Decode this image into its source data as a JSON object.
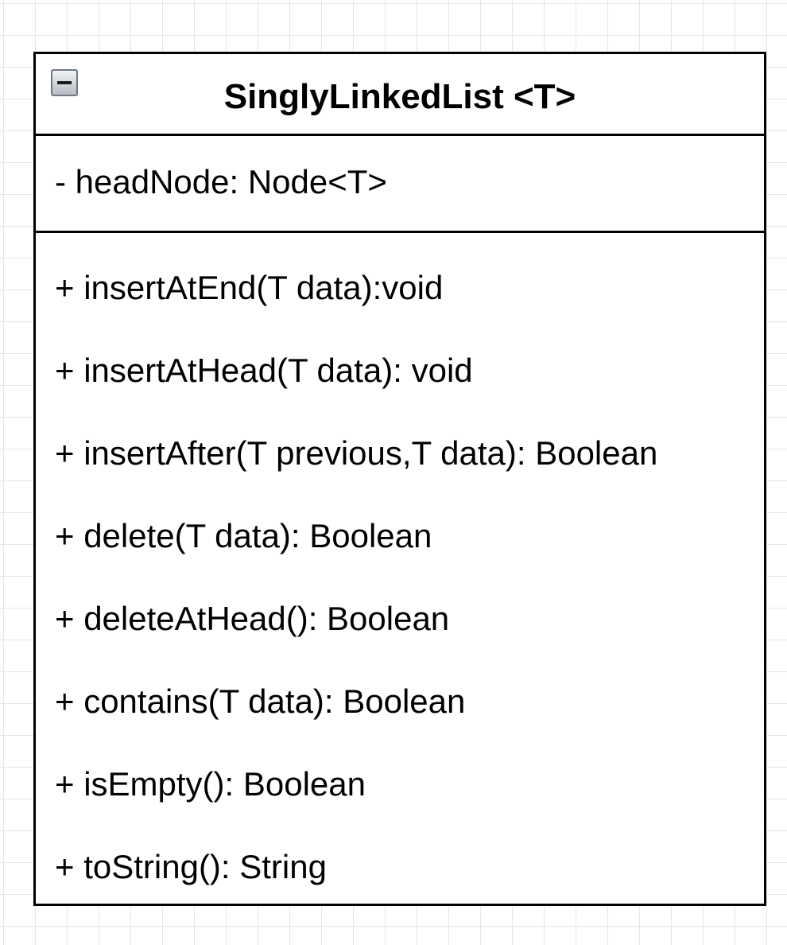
{
  "uml_class": {
    "name": "SinglyLinkedList <T>",
    "attributes": [
      "- headNode: Node<T>"
    ],
    "methods": [
      "+ insertAtEnd(T data):void",
      "+ insertAtHead(T data): void",
      "+ insertAfter(T previous,T data): Boolean",
      "+ delete(T data): Boolean",
      "+ deleteAtHead(): Boolean",
      "+ contains(T data): Boolean",
      "+ isEmpty(): Boolean",
      "+ toString(): String"
    ],
    "collapse_icon": "minus-square-icon"
  },
  "colors": {
    "border": "#000000",
    "grid": "#e6e6e6",
    "background": "#ffffff"
  }
}
